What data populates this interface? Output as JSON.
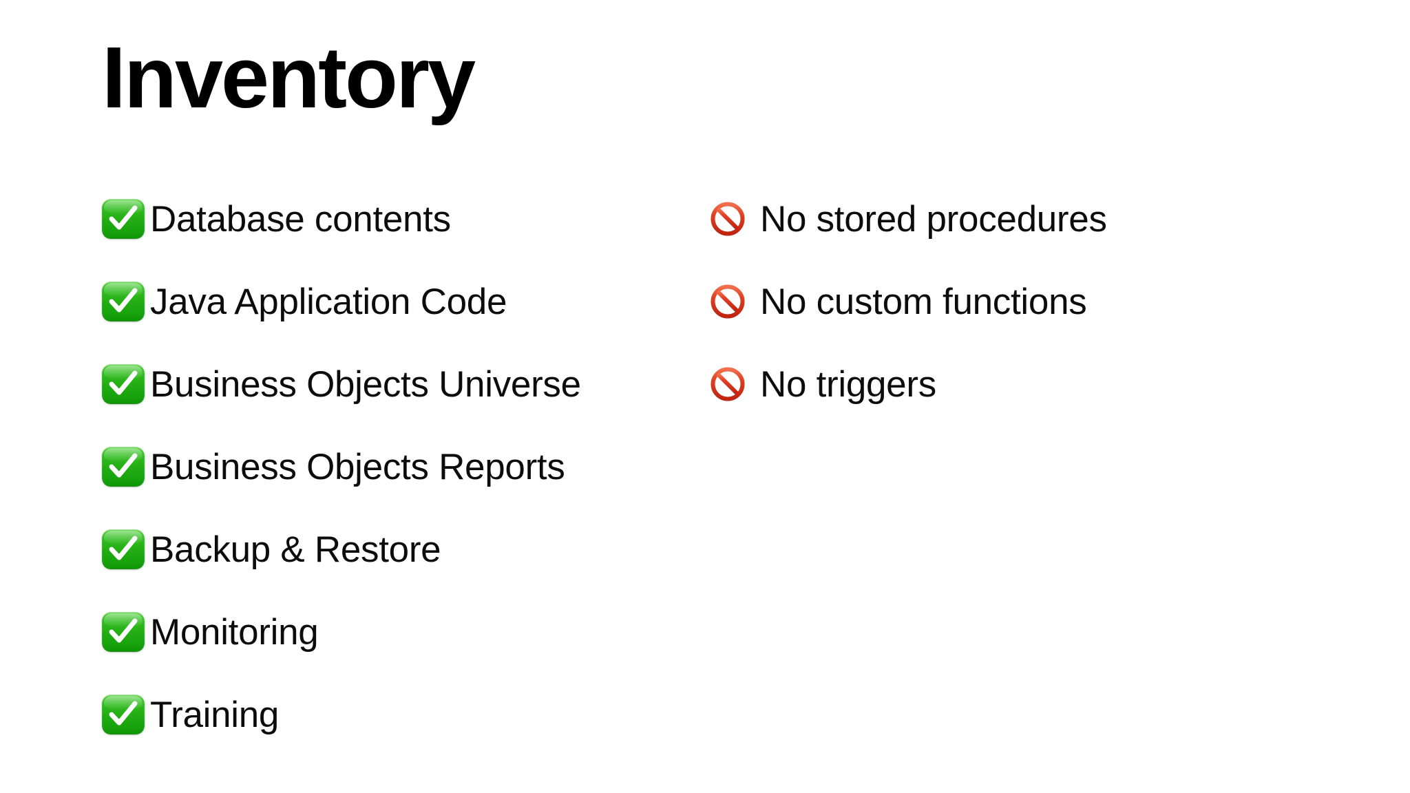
{
  "slide": {
    "title": "Inventory",
    "background_color": "#ffffff",
    "text_color": "#000000"
  },
  "columns": {
    "left": {
      "icon": "white-check-mark-icon",
      "icon_color": "#17a30c",
      "items": [
        {
          "label": "Database contents"
        },
        {
          "label": "Java Application Code"
        },
        {
          "label": "Business Objects Universe"
        },
        {
          "label": "Business Objects Reports"
        },
        {
          "label": "Backup & Restore"
        },
        {
          "label": "Monitoring"
        },
        {
          "label": "Training"
        }
      ]
    },
    "right": {
      "icon": "prohibited-icon",
      "icon_color": "#d8341c",
      "items": [
        {
          "label": "No stored procedures"
        },
        {
          "label": "No custom functions"
        },
        {
          "label": "No triggers"
        }
      ]
    }
  }
}
